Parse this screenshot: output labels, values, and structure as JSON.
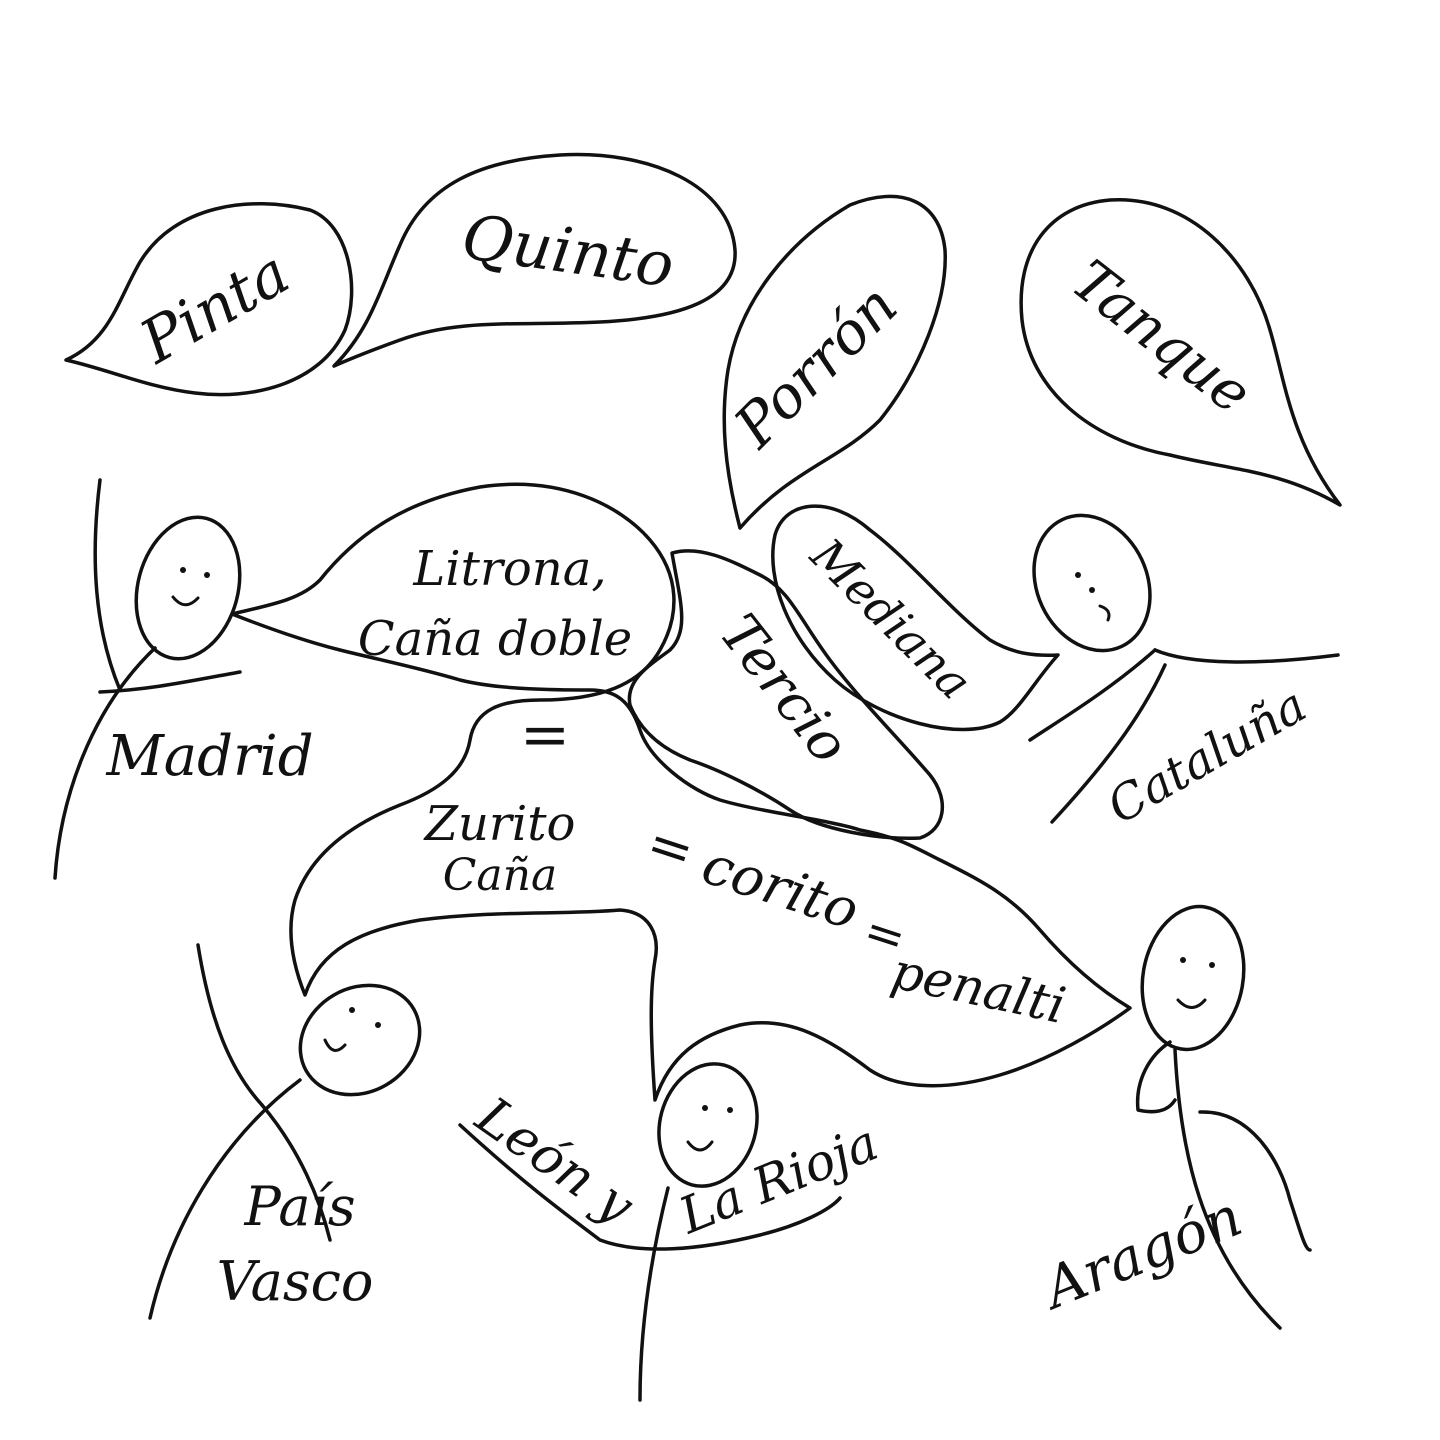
{
  "ink_color": "#111111",
  "paper_color": "#ffffff",
  "bubbles": {
    "pinta": "Pinta",
    "quinto": "Quinto",
    "porron": "Porrón",
    "tanque": "Tanque",
    "mediana": "Mediana",
    "tercio": "Tercio",
    "central": {
      "line1": "Litrona,",
      "line2": "Caña doble",
      "equals1": "=",
      "zurito": "Zurito",
      "cana": "Caña",
      "equals2": "=",
      "corito": "corito",
      "equals3": "=",
      "penalti": "penalti"
    }
  },
  "regions": {
    "madrid": "Madrid",
    "cataluna": "Cataluña",
    "pais_line1": "País",
    "pais_line2": "Vasco",
    "leon_y": "León y",
    "la_rioja": "La Rioja",
    "aragon": "Aragón"
  }
}
